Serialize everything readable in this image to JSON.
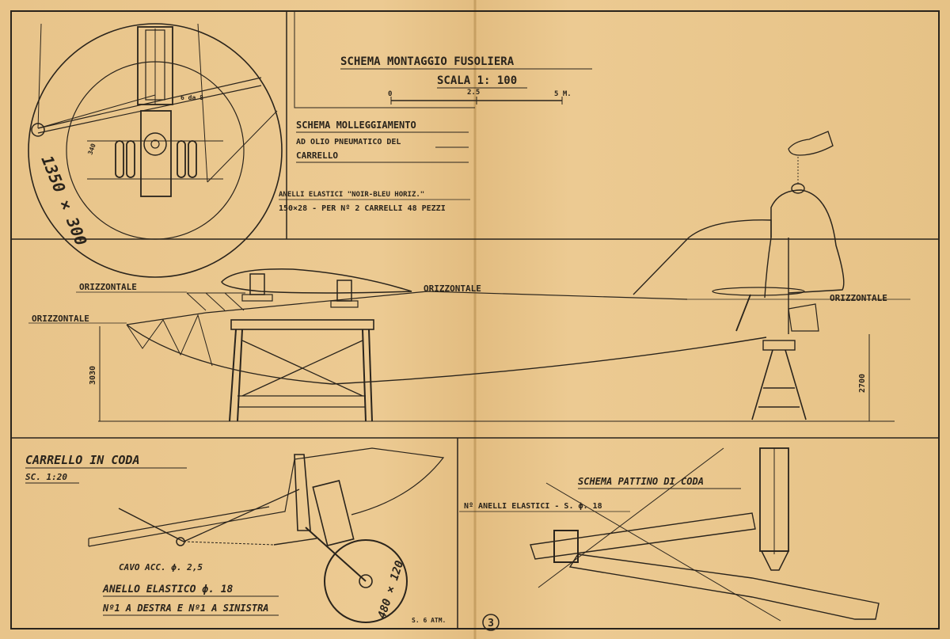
{
  "title": {
    "main": "SCHEMA MONTAGGIO FUSOLIERA",
    "scale": "SCALA 1: 100",
    "scale_ticks": [
      "0",
      "2.5",
      "5 M."
    ]
  },
  "suspension": {
    "line1": "SCHEMA MOLLEGGIAMENTO",
    "line2": "AD OLIO PNEUMATICO DEL",
    "line3": "CARRELLO",
    "note1": "ANELLI ELASTICI \"NOIR-BLEU HORIZ.\"",
    "note2": "150×28 - PER Nº 2 CARRELLI 48 PEZZI",
    "wheel_size": "1350 × 300",
    "dim_340": "340",
    "dim_6da8": "6 da 8"
  },
  "assembly": {
    "orizz_left_top": "ORIZZONTALE",
    "orizz_left_low": "ORIZZONTALE",
    "orizz_mid": "ORIZZONTALE",
    "orizz_right": "ORIZZONTALE",
    "height_left": "3030",
    "height_right": "2700"
  },
  "tail_wheel": {
    "title": "CARRELLO IN CODA",
    "scale": "SC. 1:20",
    "cable": "CAVO ACC. ϕ. 2,5",
    "ring": "ANELLO ELASTICO ϕ. 18",
    "ring_note": "Nº1 A DESTRA E Nº1 A SINISTRA",
    "wheel_size": "480 × 120",
    "pressure": "S. 6 ATM."
  },
  "tail_skid": {
    "title": "SCHEMA PATTINO DI CODA",
    "note": "Nº ANELLI ELASTICI - S. ϕ. 18"
  },
  "page_number": "3"
}
